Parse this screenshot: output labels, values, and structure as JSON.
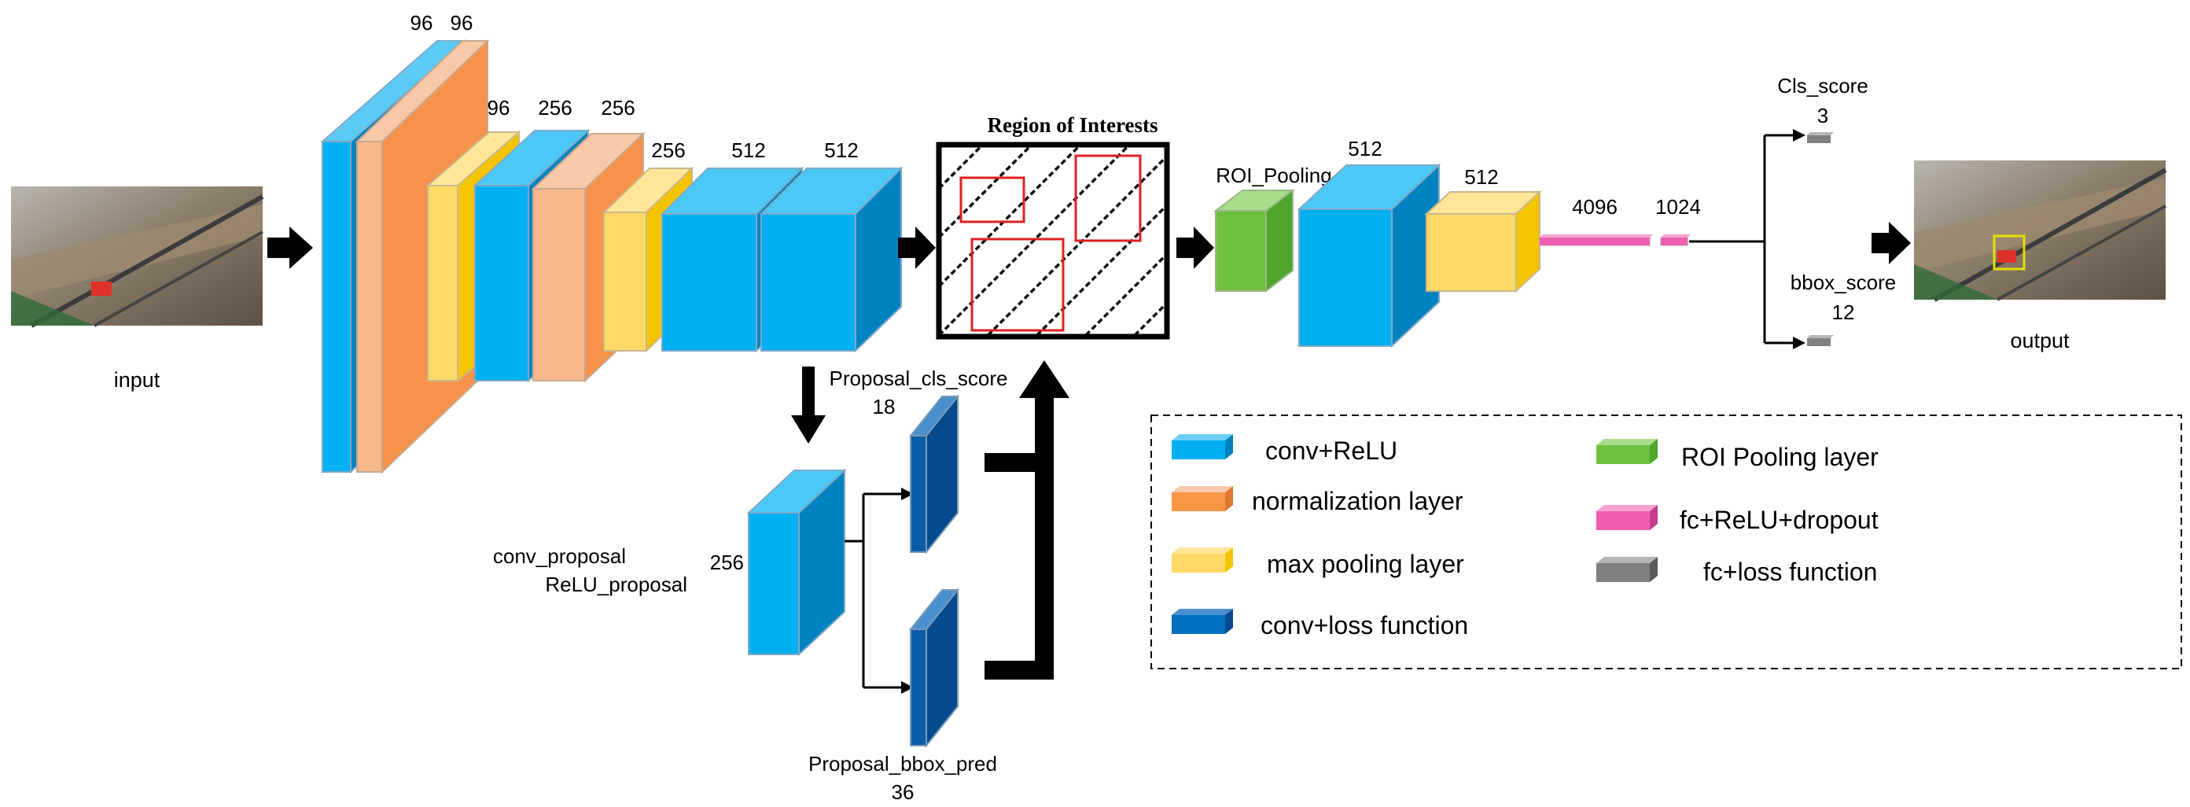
{
  "labels": {
    "input": "input",
    "output": "output",
    "region_title": "Region of Interests",
    "roi_pooling": "ROI_Pooling",
    "proposal_cls_score": "Proposal_cls_score",
    "proposal_bbox_pred": "Proposal_bbox_pred",
    "conv_proposal": "conv_proposal",
    "relu_proposal": "ReLU_proposal",
    "cls_score": "Cls_score",
    "bbox_score": "bbox_score"
  },
  "numbers": {
    "conv1": "96",
    "norm1": "96",
    "pool1": "96",
    "conv2": "256",
    "norm2": "256",
    "pool2": "256",
    "conv3": "512",
    "conv4": "512",
    "roi_conv": "512",
    "roi_pool": "512",
    "fc1": "4096",
    "fc2": "1024",
    "cls_score": "3",
    "bbox_score": "12",
    "proposal_cls": "18",
    "proposal_conv": "256",
    "proposal_bbox": "36"
  },
  "legend": {
    "items": [
      {
        "label": "conv+ReLU",
        "color": "#00B0F0"
      },
      {
        "label": "normalization layer",
        "color": "#F79646"
      },
      {
        "label": "max pooling layer",
        "color": "#FFD966"
      },
      {
        "label": "conv+loss function",
        "color": "#0070C0"
      },
      {
        "label": "ROI Pooling layer",
        "color": "#70C040"
      },
      {
        "label": "fc+ReLU+dropout",
        "color": "#F05CB0"
      },
      {
        "label": "fc+loss function",
        "color": "#808080"
      }
    ]
  }
}
